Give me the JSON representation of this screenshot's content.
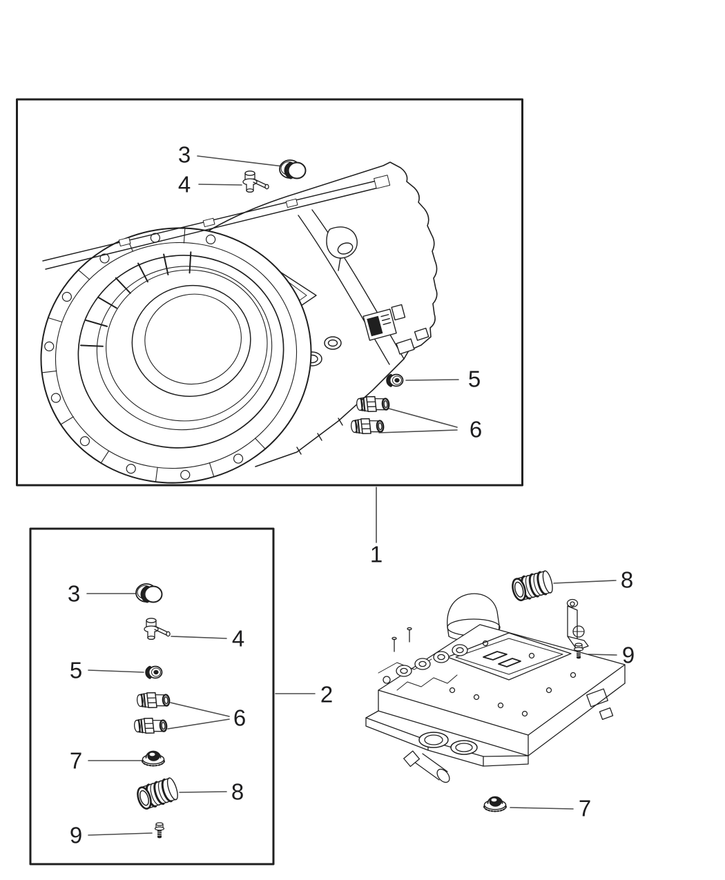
{
  "figure": {
    "type": "exploded-parts-diagram",
    "subject": "Automatic transmission case and extension with valve body",
    "background": "#ffffff",
    "line_color": "#1f1f1f",
    "leader_color": "#4a4a4a"
  },
  "callouts": {
    "case_box": [
      {
        "label": "3",
        "part": "cup-plug"
      },
      {
        "label": "4",
        "part": "breather-vent"
      },
      {
        "label": "5",
        "part": "socket-plug"
      },
      {
        "label": "6",
        "part": "connector-fitting"
      }
    ],
    "case_box_ref": {
      "label": "1",
      "part": "transmission-case"
    },
    "parts_box": [
      {
        "label": "3",
        "part": "cup-plug"
      },
      {
        "label": "4",
        "part": "breather-vent"
      },
      {
        "label": "5",
        "part": "socket-plug"
      },
      {
        "label": "6",
        "part": "connector-fitting"
      },
      {
        "label": "7",
        "part": "cap-nut"
      },
      {
        "label": "8",
        "part": "threaded-adapter"
      },
      {
        "label": "9",
        "part": "screw"
      }
    ],
    "parts_box_ref": {
      "label": "2",
      "part": "plug-kit"
    },
    "valve_body": [
      {
        "label": "8",
        "part": "threaded-adapter"
      },
      {
        "label": "9",
        "part": "screw"
      },
      {
        "label": "7",
        "part": "cap-nut"
      }
    ]
  }
}
